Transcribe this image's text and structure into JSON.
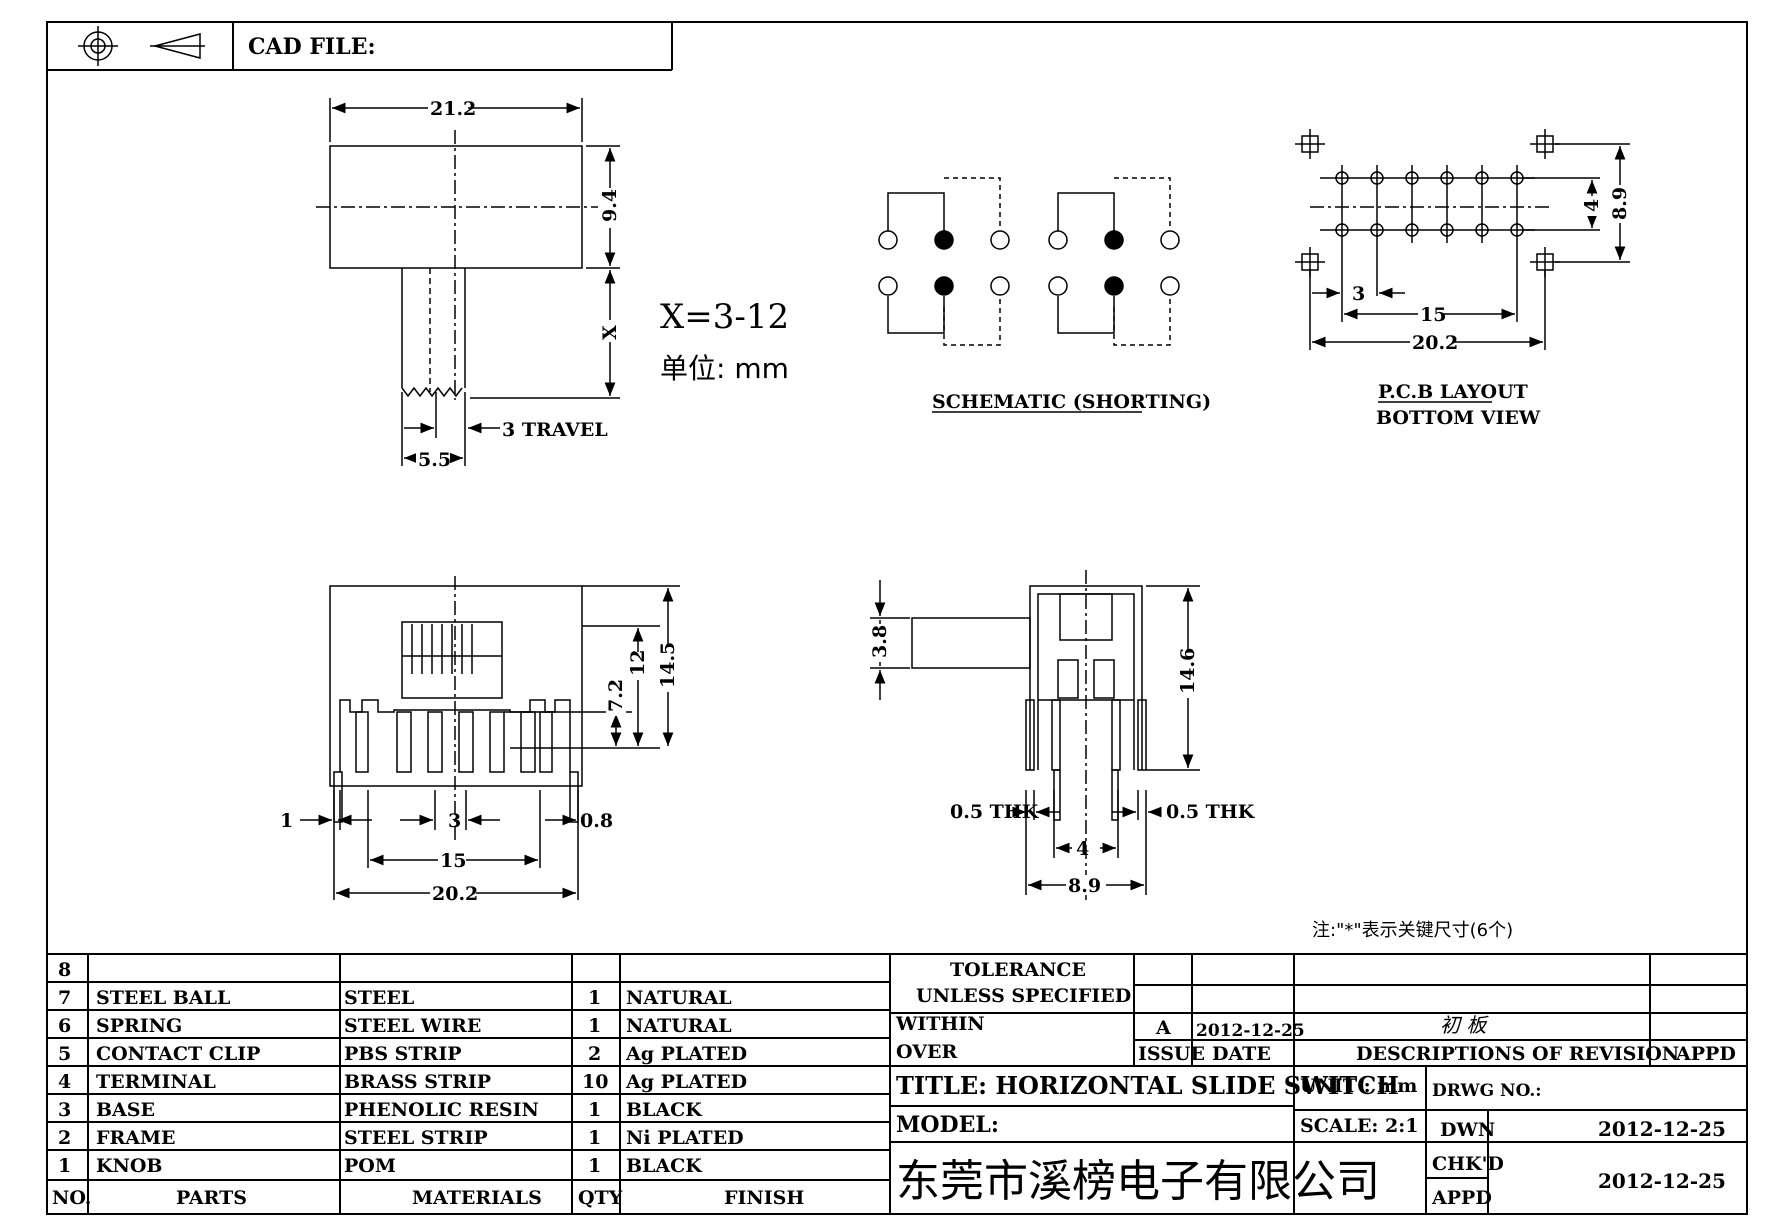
{
  "header": {
    "cad_file_label": "CAD FILE:"
  },
  "dims_top": {
    "width": "21.2",
    "height": "9.4",
    "x": "X",
    "travel": "3 TRAVEL",
    "shaft": "5.5"
  },
  "x_range": "X=3-12",
  "unit_note": "单位: mm",
  "schematic_caption": "SCHEMATIC (SHORTING)",
  "pcb": {
    "line1": "P.C.B LAYOUT",
    "line2": "BOTTOM VIEW",
    "d3": "3",
    "d15": "15",
    "d202": "20.2",
    "d4": "4",
    "d89": "8.9"
  },
  "dims_front": {
    "h72": "7.2",
    "h12": "12",
    "h145": "14.5",
    "d1": "1",
    "d3": "3",
    "d08": "0.8",
    "d15": "15",
    "d202": "20.2"
  },
  "dims_side": {
    "h38": "3.8",
    "h146": "14.6",
    "thk_l": "0.5 THK",
    "thk_r": "0.5 THK",
    "d4": "4",
    "d89": "8.9"
  },
  "key_note": "注:\"*\"表示关键尺寸(6个)",
  "bom": {
    "rows": [
      {
        "no": "8",
        "part": "",
        "material": "",
        "qty": "",
        "finish": ""
      },
      {
        "no": "7",
        "part": "STEEL BALL",
        "material": "STEEL",
        "qty": "1",
        "finish": "NATURAL"
      },
      {
        "no": "6",
        "part": "SPRING",
        "material": "STEEL WIRE",
        "qty": "1",
        "finish": "NATURAL"
      },
      {
        "no": "5",
        "part": "CONTACT CLIP",
        "material": "PBS STRIP",
        "qty": "2",
        "finish": "Ag PLATED"
      },
      {
        "no": "4",
        "part": "TERMINAL",
        "material": "BRASS STRIP",
        "qty": "10",
        "finish": "Ag PLATED"
      },
      {
        "no": "3",
        "part": "BASE",
        "material": "PHENOLIC RESIN",
        "qty": "1",
        "finish": "BLACK"
      },
      {
        "no": "2",
        "part": "FRAME",
        "material": "STEEL STRIP",
        "qty": "1",
        "finish": "Ni PLATED"
      },
      {
        "no": "1",
        "part": "KNOB",
        "material": "POM",
        "qty": "1",
        "finish": "BLACK"
      }
    ],
    "headers": {
      "no": "NO.",
      "part": "PARTS",
      "material": "MATERIALS",
      "qty": "QTY",
      "finish": "FINISH"
    }
  },
  "title_block": {
    "tolerance": "TOLERANCE",
    "unless": "UNLESS  SPECIFIED",
    "within": "WITHIN",
    "over": "OVER",
    "issue_val": "A",
    "date_val": "2012-12-25",
    "rev_desc": "初 板",
    "issue_label": "ISSUE",
    "date_label": "DATE",
    "desc_label": "DESCRIPTIONS OF REVISION",
    "appd_label": "APPD",
    "title": "TITLE: HORIZONTAL SLIDE SWITCH",
    "unit": "UNIT : mm",
    "drwg_no": "DRWG NO.:",
    "model": "MODEL:",
    "scale": "SCALE: 2:1",
    "dwn": "DWN",
    "dwn_date": "2012-12-25",
    "company": "东莞市溪榜电子有限公司",
    "chkd": "CHK'D",
    "appd": "APPD",
    "chk_date": "2012-12-25"
  }
}
